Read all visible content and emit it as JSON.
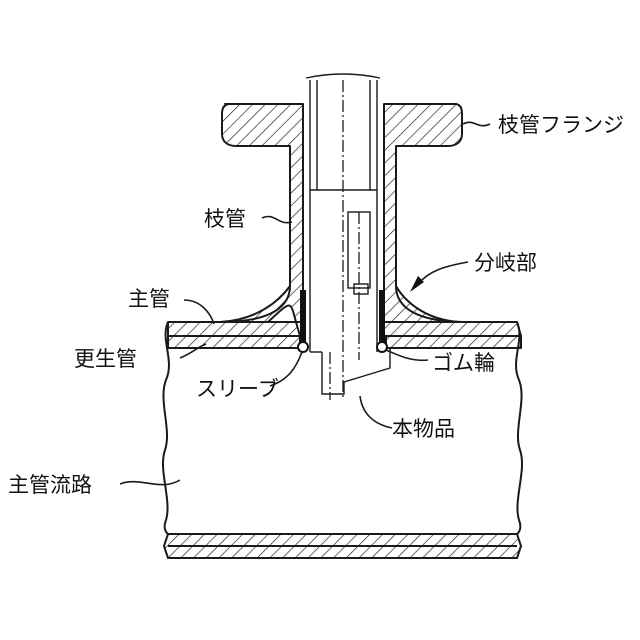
{
  "labels": {
    "branch_flange": "枝管フランジ",
    "branch_pipe": "枝管",
    "branch_section": "分岐部",
    "main_pipe": "主管",
    "renewal_pipe": "更生管",
    "rubber_ring": "ゴム輪",
    "sleeve": "スリーブ",
    "product": "本物品",
    "main_flow_path": "主管流路"
  }
}
